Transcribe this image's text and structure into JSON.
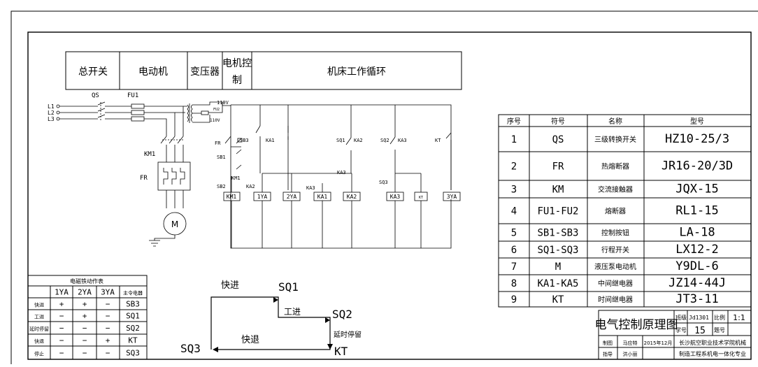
{
  "header": {
    "cells": [
      "总开关",
      "电动机",
      "变压器",
      "电机控",
      "制",
      "机床工作循环"
    ]
  },
  "power_labels": {
    "qs": "QS",
    "fu1": "FU1",
    "l1": "L1",
    "l2": "L2",
    "l3": "L3",
    "km1": "KM1",
    "fr": "FR",
    "motor": "M",
    "v110_top": "110V",
    "v110_low": "110V",
    "fu2": "FU2"
  },
  "control_labels": {
    "fr_contact": "FR",
    "sb3": "SB3",
    "ka1_top": "KA1",
    "sb1": "SB1",
    "sb2": "SB2",
    "km1_contact": "KM1",
    "ka2_contact": "KA2",
    "ka3_contact": "KA3",
    "sq1": "SQ1",
    "ka2_top": "KA2",
    "ka3_mid": "KA3",
    "sq2": "SQ2",
    "ka3_top": "KA3",
    "sq3": "SQ3",
    "kt": "KT"
  },
  "coils": [
    "KM1",
    "1YA",
    "2YA",
    "KA1",
    "KA2",
    "KA3",
    "KT",
    "3YA"
  ],
  "components_table": {
    "headers": [
      "序号",
      "符号",
      "名称",
      "型号"
    ],
    "rows": [
      [
        "1",
        "QS",
        "三级转换开关",
        "HZ10-25/3"
      ],
      [
        "2",
        "FR",
        "热熔断器",
        "JR16-20/3D"
      ],
      [
        "3",
        "KM",
        "交流接触器",
        "JQX-15"
      ],
      [
        "4",
        "FU1-FU2",
        "熔断器",
        "RL1-15"
      ],
      [
        "5",
        "SB1-SB3",
        "控制按钮",
        "LA-18"
      ],
      [
        "6",
        "SQ1-SQ3",
        "行程开关",
        "LX12-2"
      ],
      [
        "7",
        "M",
        "液压泵电动机",
        "Y9DL-6"
      ],
      [
        "8",
        "KA1-KA5",
        "中间继电器",
        "JZ14-44J"
      ],
      [
        "9",
        "KT",
        "时间继电器",
        "JT3-11"
      ]
    ]
  },
  "action_table": {
    "title": "电磁铁动作表",
    "headers": [
      "",
      "1YA",
      "2YA",
      "3YA",
      "主令电器"
    ],
    "rows": [
      [
        "快进",
        "+",
        "+",
        "−",
        "SB3"
      ],
      [
        "工进",
        "−",
        "+",
        "−",
        "SQ1"
      ],
      [
        "延时停留",
        "−",
        "−",
        "−",
        "SQ2"
      ],
      [
        "快退",
        "−",
        "−",
        "+",
        "KT"
      ],
      [
        "停止",
        "−",
        "−",
        "−",
        "SQ3"
      ]
    ]
  },
  "cycle": {
    "fast_forward": "快进",
    "work_feed": "工进",
    "delay_stop": "延时停留",
    "fast_return": "快退",
    "sq1": "SQ1",
    "sq2": "SQ2",
    "sq3": "SQ3",
    "kt": "KT"
  },
  "title_block": {
    "title": "电气控制原理图",
    "class_label": "班级",
    "class_value": "Jd1301",
    "scale_label": "比例",
    "scale_value": "1:1",
    "student_label": "学号",
    "student_value": "15",
    "topic_label": "题号",
    "topic_value": "",
    "drawn_label": "制图",
    "drawn_name": "马应特",
    "drawn_date": "2015年12月",
    "school": "长沙航空职业技术学院机械",
    "advisor_label": "指导",
    "advisor_name": "洪小丽",
    "dept": "制造工程系机电一体化专业"
  }
}
